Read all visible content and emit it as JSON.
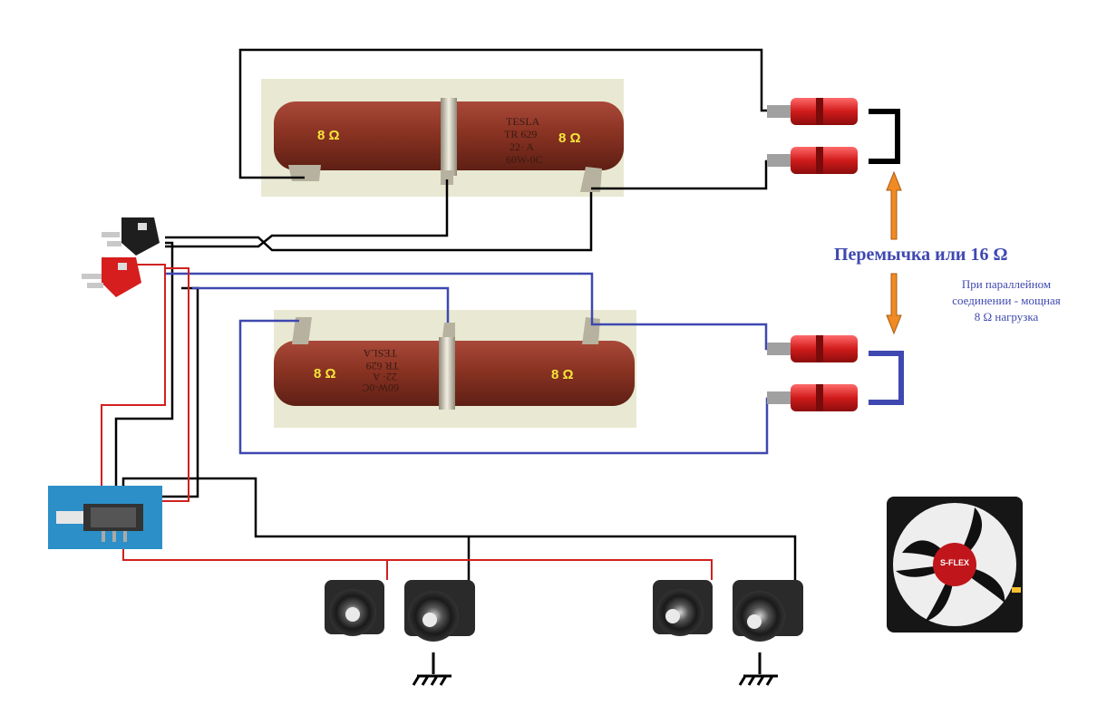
{
  "labels": {
    "jumper": "Перемычка или 16 Ω",
    "note_line1": "При параллейном",
    "note_line2": "соединении - мощная",
    "note_line3": "8 Ω    нагрузка"
  },
  "resistor_top": {
    "left_value": "8 Ω",
    "right_value": "8 Ω",
    "brand": "TESLA",
    "model": "TR 629",
    "code": "22· A",
    "power": "60W-0C"
  },
  "resistor_bottom": {
    "left_value": "8 Ω",
    "right_value": "8 Ω",
    "brand": "TESLA",
    "model": "TR 629",
    "code": "22· A",
    "power": "60W-0C"
  },
  "fan": {
    "brand": "S-FLEX"
  },
  "colors": {
    "black_wire": "#000000",
    "blue_wire": "#3f48b0",
    "red_wire": "#d12020",
    "arrow": "#f08a24",
    "resistor_body": "#8a3323",
    "label_text": "#3f48b0"
  }
}
